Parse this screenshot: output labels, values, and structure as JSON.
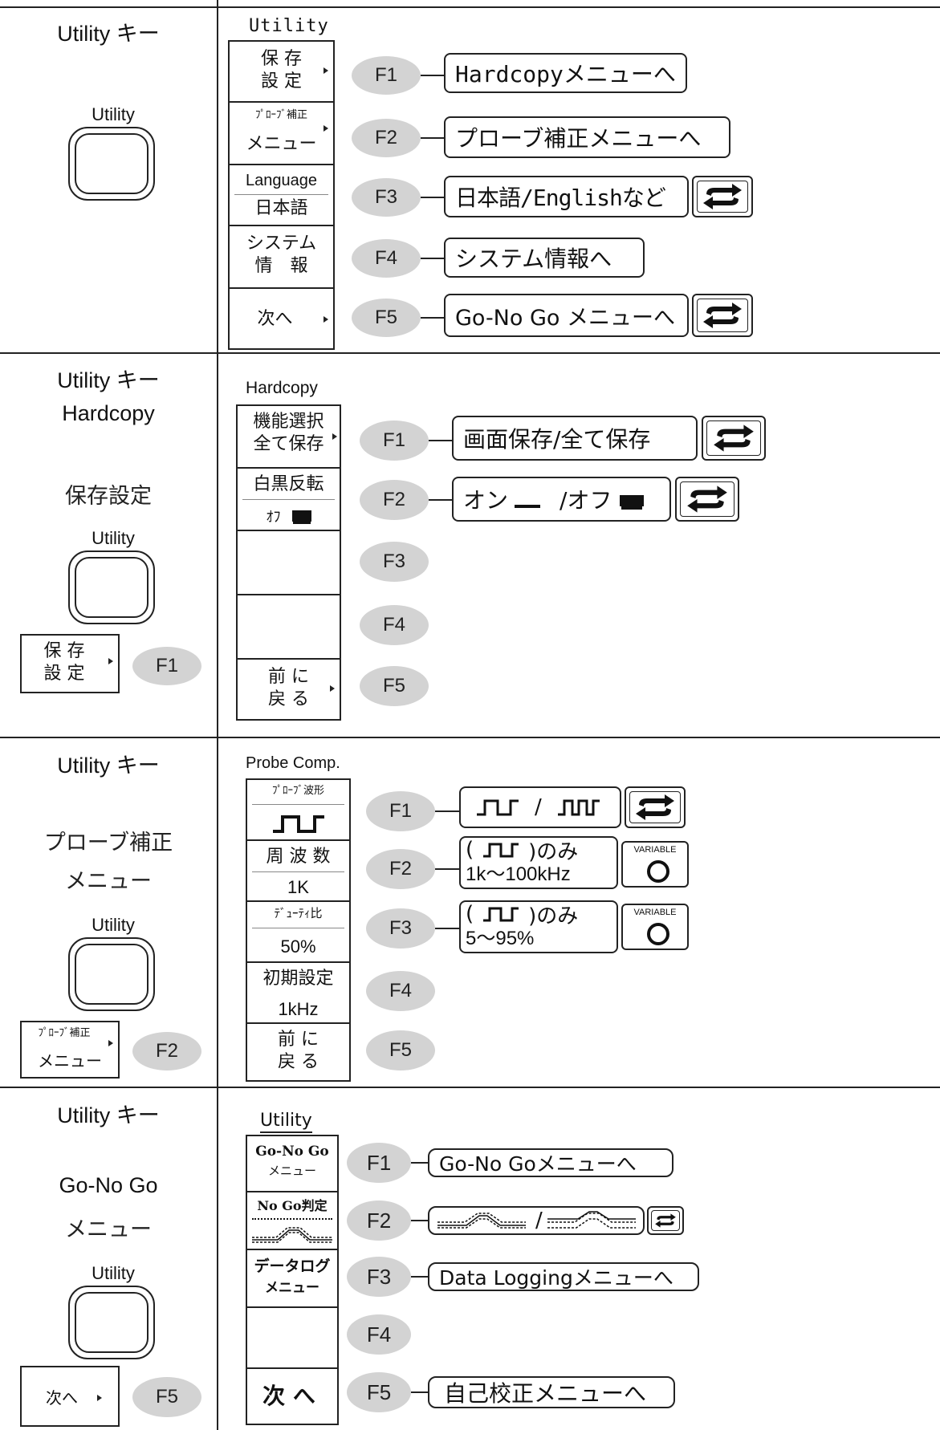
{
  "s1": {
    "left_title": "Utility キー",
    "key_label": "Utility",
    "panel_title": "Utility",
    "cells": [
      {
        "l1": "保 存",
        "l2": "設 定"
      },
      {
        "l1": "ﾌﾟﾛｰﾌﾞ補正",
        "l2": "メニュー"
      },
      {
        "l1": "Language",
        "l2": "日本語"
      },
      {
        "l1": "システム",
        "l2": "情　報"
      },
      {
        "l1": "次へ"
      }
    ],
    "fkeys": [
      "F1",
      "F2",
      "F3",
      "F4",
      "F5"
    ],
    "descs": [
      "Hardcopyメニューへ",
      "プローブ補正メニューへ",
      "日本語/Englishなど",
      "システム情報へ",
      "Go-No Go メニューへ"
    ]
  },
  "s2": {
    "left_title": "Utility キー",
    "left_sub1": "Hardcopy",
    "left_sub2": "保存設定",
    "key_label": "Utility",
    "left_btn": {
      "l1": "保 存",
      "l2": "設 定"
    },
    "left_fkey": "F1",
    "panel_title": "Hardcopy",
    "cells": [
      {
        "l1": "機能選択",
        "l2": "全て保存"
      },
      {
        "l1": "白黒反転",
        "l2": "ｵﾌ"
      },
      {},
      {},
      {
        "l1": "前 に",
        "l2": "戻 る"
      }
    ],
    "fkeys": [
      "F1",
      "F2",
      "F3",
      "F4",
      "F5"
    ],
    "descs": [
      "画面保存/全て保存",
      "オン",
      "/オフ"
    ]
  },
  "s3": {
    "left_title": "Utility キー",
    "left_sub1": "プローブ補正",
    "left_sub2": "メニュー",
    "key_label": "Utility",
    "left_btn": {
      "l1": "ﾌﾟﾛｰﾌﾞ補正",
      "l2": "メニュー"
    },
    "left_fkey": "F2",
    "panel_title": "Probe Comp.",
    "cells": [
      {
        "l1": "ﾌﾟﾛｰﾌﾞ波形"
      },
      {
        "l1": "周 波 数",
        "l2": "1K"
      },
      {
        "l1": "ﾃﾞｭｰﾃｨ比",
        "l2": "50%"
      },
      {
        "l1": "初期設定",
        "l2": "1kHz"
      },
      {
        "l1": "前 に",
        "l2": "戻 る"
      }
    ],
    "fkeys": [
      "F1",
      "F2",
      "F3",
      "F4",
      "F5"
    ],
    "descs": {
      "f1_sep": "/",
      "f2_l1a": "(",
      "f2_l1b": ")のみ",
      "f2_l2": "1k～100kHz",
      "f3_l1a": "(",
      "f3_l1b": ")のみ",
      "f3_l2": "5～95%",
      "variable": "VARIABLE"
    }
  },
  "s4": {
    "left_title": "Utility キー",
    "left_sub1": "Go-No Go",
    "left_sub2": "メニュー",
    "key_label": "Utility",
    "left_btn": {
      "l1": "次へ"
    },
    "left_fkey": "F5",
    "panel_title": "Utility",
    "cells": [
      {
        "l1": "Go-No Go",
        "l2": "メニュー"
      },
      {
        "l1": "No Go判定"
      },
      {
        "l1": "データログ",
        "l2": "メニュー"
      },
      {},
      {
        "l1": "次 へ"
      }
    ],
    "fkeys": [
      "F1",
      "F2",
      "F3",
      "F4",
      "F5"
    ],
    "descs": [
      "Go-No Goメニューへ",
      "",
      "Data Loggingメニューへ",
      "自己校正メニューへ"
    ]
  },
  "icons": {
    "cycle": "cycle-arrows-icon",
    "knob": "variable-knob-icon",
    "square_wave": "square-wave-icon"
  }
}
